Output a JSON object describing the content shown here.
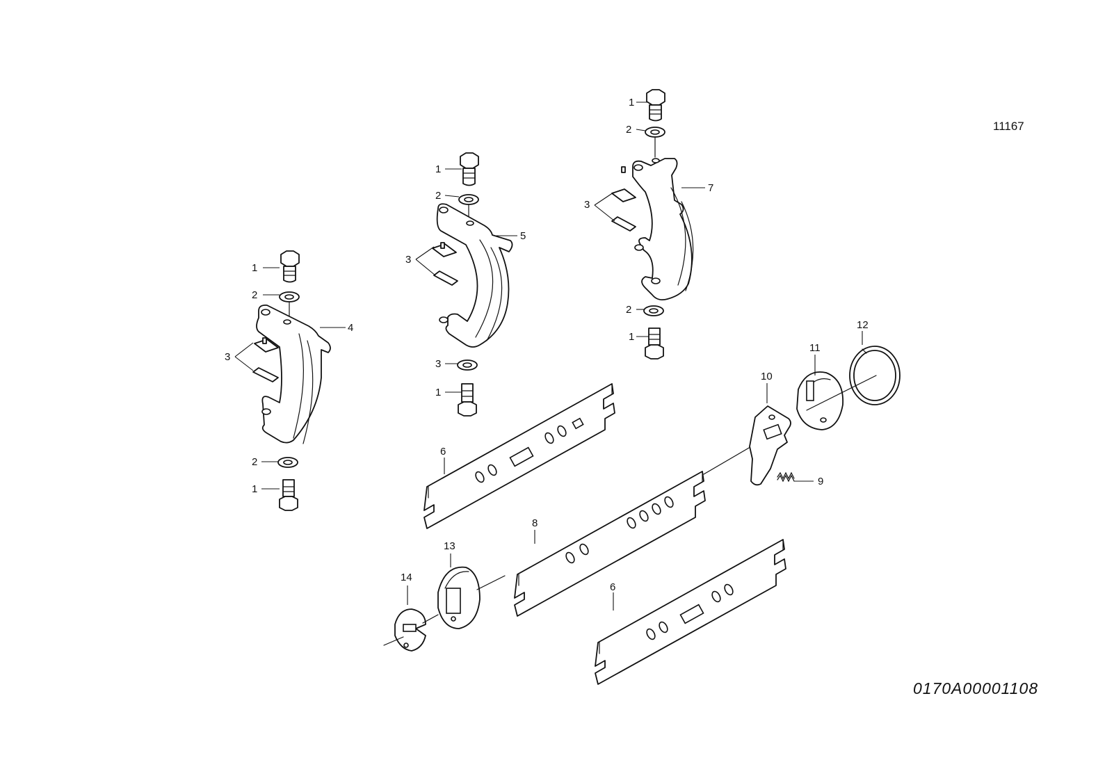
{
  "reference_number": "11167",
  "drawing_number": "0170A00001108",
  "callouts": {
    "c1a": "1",
    "c2a": "2",
    "c3a": "3",
    "c4": "4",
    "c2b": "2",
    "c1b": "1",
    "c1c": "1",
    "c2c": "2",
    "c3b": "3",
    "c5": "5",
    "c3c": "3",
    "c1d": "1",
    "c1e": "1",
    "c2e": "2",
    "c3d": "3",
    "c7": "7",
    "c2f": "2",
    "c1f": "1",
    "c6a": "6",
    "c8": "8",
    "c6b": "6",
    "c9": "9",
    "c10": "10",
    "c11": "11",
    "c12": "12",
    "c13": "13",
    "c14": "14"
  }
}
